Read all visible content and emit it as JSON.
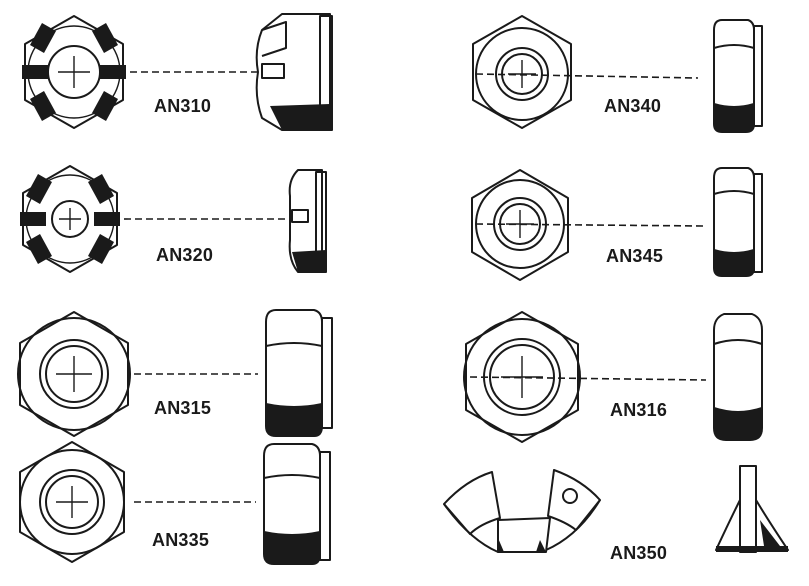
{
  "parts": [
    {
      "id": "an310",
      "label": "AN310",
      "kind": "castellated-nut"
    },
    {
      "id": "an320",
      "label": "AN320",
      "kind": "shear-castellated-nut"
    },
    {
      "id": "an315",
      "label": "AN315",
      "kind": "plain-nut"
    },
    {
      "id": "an335",
      "label": "AN335",
      "kind": "plain-nut"
    },
    {
      "id": "an340",
      "label": "AN340",
      "kind": "plain-nut"
    },
    {
      "id": "an345",
      "label": "AN345",
      "kind": "plain-nut"
    },
    {
      "id": "an316",
      "label": "AN316",
      "kind": "check-nut"
    },
    {
      "id": "an350",
      "label": "AN350",
      "kind": "wing-nut"
    }
  ],
  "colors": {
    "ink": "#1a1a1a",
    "background": "#ffffff"
  }
}
